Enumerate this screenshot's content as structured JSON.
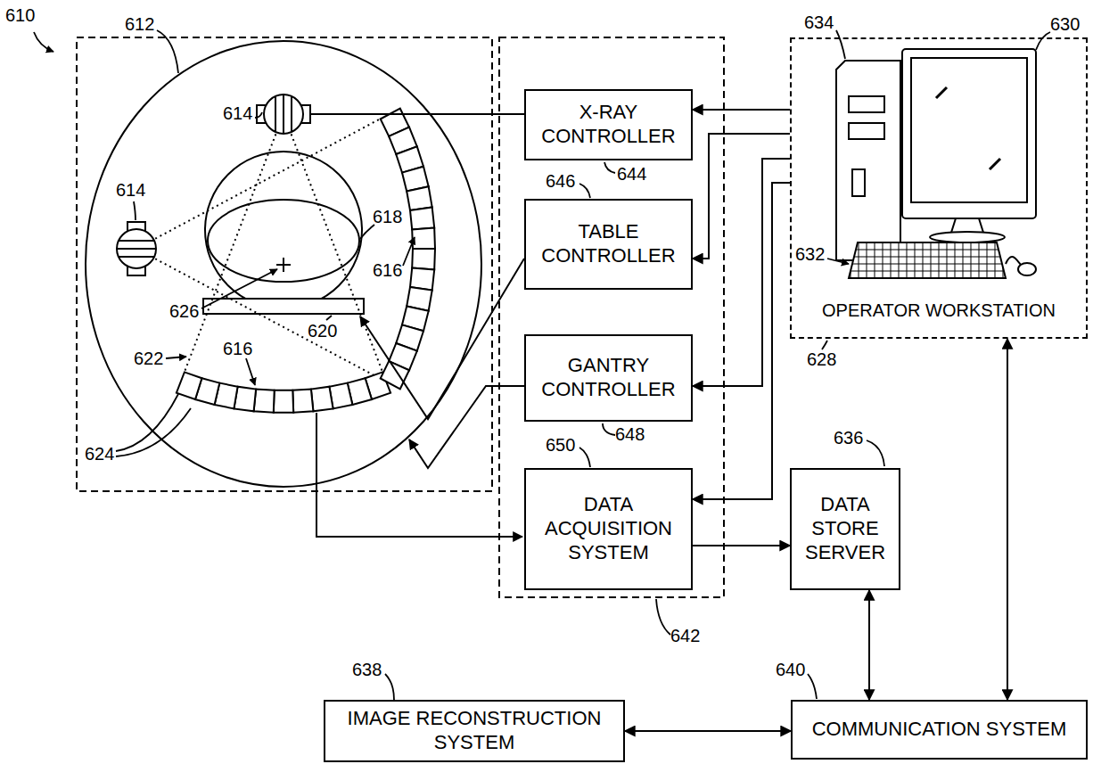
{
  "diagram": {
    "nodes": [
      {
        "text": [
          "X-RAY CONTROLLER"
        ]
      },
      {
        "text": [
          "TABLE CONTROLLER"
        ]
      },
      {
        "text": [
          "GANTRY CONTROLLER"
        ]
      },
      {
        "text": [
          "DATA ACQUISITION SYSTEM"
        ]
      },
      {
        "text": [
          "DATA STORE SERVER"
        ]
      },
      {
        "text": [
          "IMAGE RECONSTRUCTION SYSTEM"
        ]
      },
      {
        "text": [
          "COMMUNICATION SYSTEM"
        ]
      },
      {
        "text": [
          "OPERATOR WORKSTATION"
        ]
      }
    ],
    "edges": [
      {
        "from": 7,
        "to": 0,
        "arrow": "to"
      },
      {
        "from": 7,
        "to": 1,
        "arrow": "to"
      },
      {
        "from": 7,
        "to": 2,
        "arrow": "to"
      },
      {
        "from": 7,
        "to": 3,
        "arrow": "to"
      },
      {
        "from": 3,
        "to": 4,
        "arrow": "to"
      },
      {
        "from": 4,
        "to": 6,
        "arrow": "both"
      },
      {
        "from": 7,
        "to": 6,
        "arrow": "both"
      },
      {
        "from": 5,
        "to": 6,
        "arrow": "both"
      }
    ],
    "labels": [
      "610",
      "612",
      "614",
      "614",
      "616",
      "616",
      "618",
      "620",
      "622",
      "624",
      "626",
      "628",
      "630",
      "632",
      "634",
      "636",
      "638",
      "640",
      "642",
      "644",
      "646",
      "648",
      "650"
    ]
  }
}
